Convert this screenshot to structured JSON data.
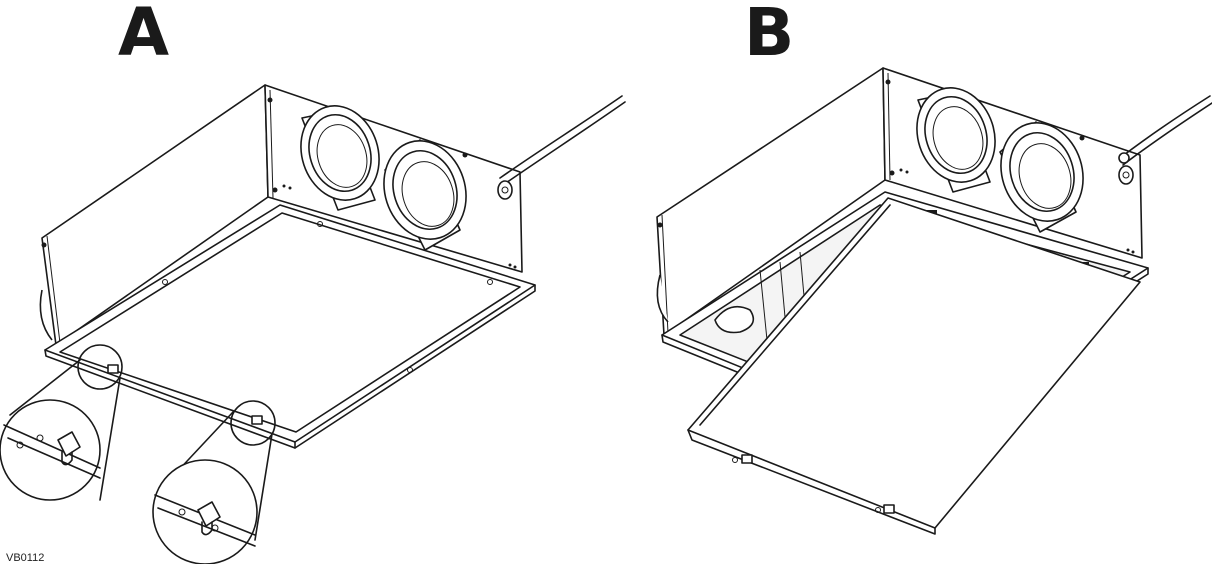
{
  "figure": {
    "panel_a": {
      "label": "A"
    },
    "panel_b": {
      "label": "B"
    },
    "drawing_code": "VB0112"
  }
}
